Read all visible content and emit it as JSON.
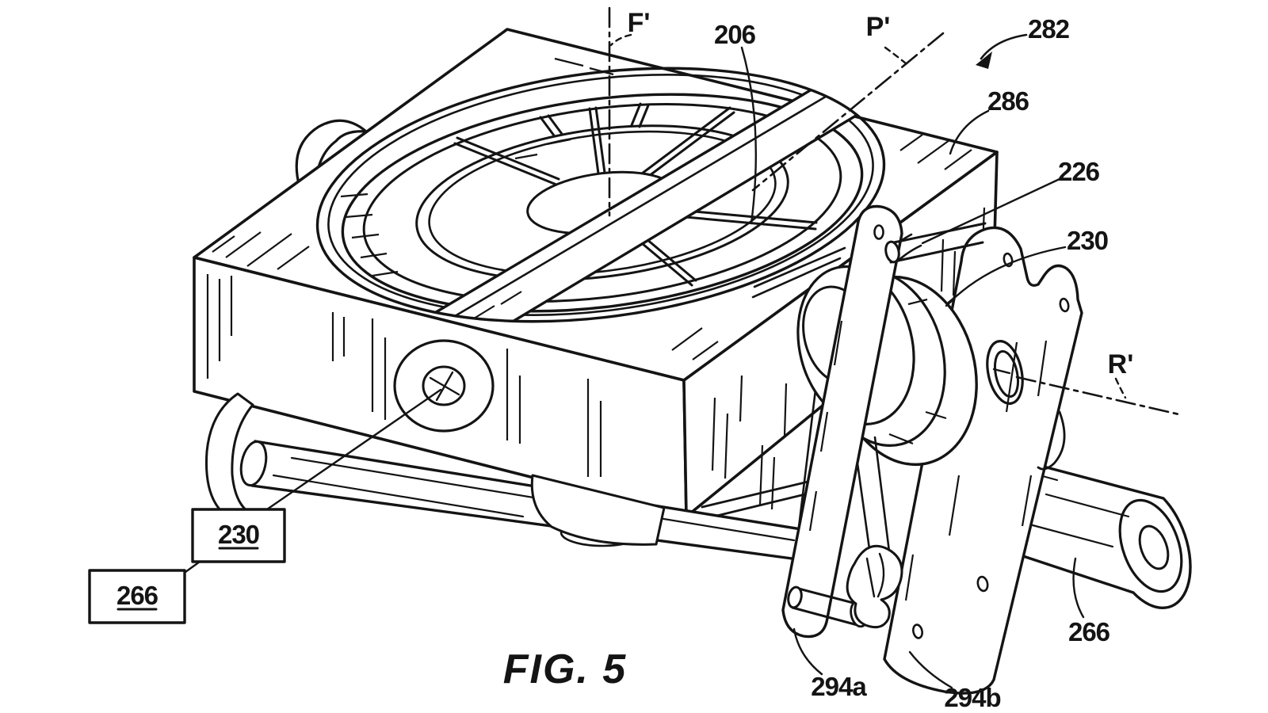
{
  "figure": {
    "caption": "FIG. 5",
    "ink_color": "#141414",
    "paper_color": "#ffffff",
    "labels": {
      "axis_f": "F'",
      "axis_p": "P'",
      "axis_r": "R'",
      "rotor": "206",
      "assembly": "282",
      "housing": "286",
      "pin": "226",
      "roller": "230",
      "roller_boxed": "230",
      "shaft_boxed": "266",
      "shaft": "266",
      "link_front": "294a",
      "link_rear": "294b"
    }
  }
}
